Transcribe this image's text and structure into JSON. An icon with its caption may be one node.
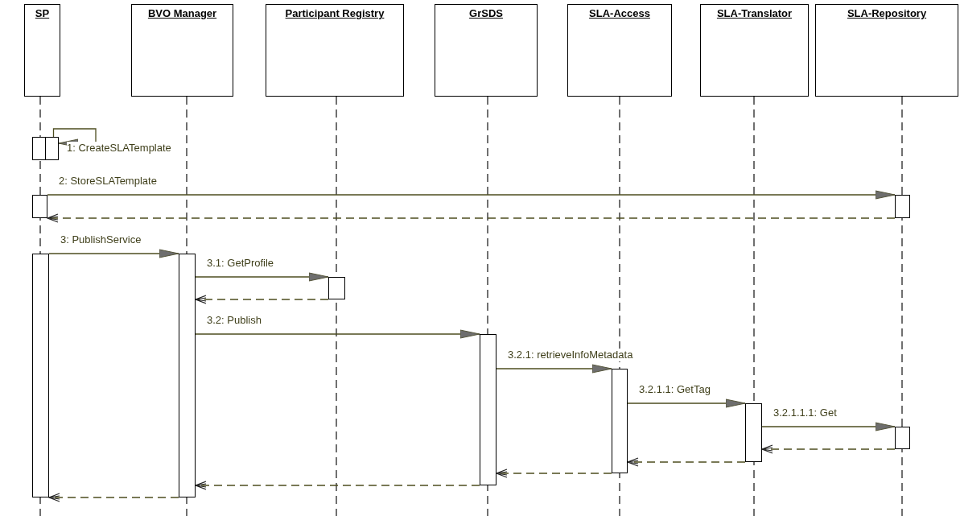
{
  "diagram": {
    "nodes": [
      {
        "text": [
          "SP"
        ]
      },
      {
        "text": [
          "BVO Manager"
        ]
      },
      {
        "text": [
          "Participant Registry"
        ]
      },
      {
        "text": [
          "GrSDS"
        ]
      },
      {
        "text": [
          "SLA-Access"
        ]
      },
      {
        "text": [
          "SLA-Translator"
        ]
      },
      {
        "text": [
          "SLA-Repository"
        ]
      },
      {
        "text": [],
        "shape": "bar"
      },
      {
        "text": [],
        "shape": "bar"
      },
      {
        "text": [],
        "shape": "bar"
      },
      {
        "text": [],
        "shape": "bar"
      },
      {
        "text": [],
        "shape": "bar"
      },
      {
        "text": [],
        "shape": "bar"
      },
      {
        "text": [],
        "shape": "bar"
      },
      {
        "text": [],
        "shape": "bar"
      },
      {
        "text": [],
        "shape": "bar"
      },
      {
        "text": [],
        "shape": "bar"
      },
      {
        "text": [],
        "shape": "bar"
      }
    ],
    "edges": [
      {
        "from": 8,
        "to": 8,
        "arrow": "to",
        "label": "1: CreateSLATemplate"
      },
      {
        "from": 9,
        "to": 10,
        "arrow": "to",
        "label": "2: StoreSLATemplate"
      },
      {
        "from": 10,
        "to": 9,
        "arrow": "to",
        "style": "dashed"
      },
      {
        "from": 11,
        "to": 12,
        "arrow": "to",
        "label": "3: PublishService"
      },
      {
        "from": 12,
        "to": 13,
        "arrow": "to",
        "label": "3.1: GetProfile"
      },
      {
        "from": 13,
        "to": 12,
        "arrow": "to",
        "style": "dashed"
      },
      {
        "from": 12,
        "to": 14,
        "arrow": "to",
        "label": "3.2: Publish"
      },
      {
        "from": 14,
        "to": 15,
        "arrow": "to",
        "label": "3.2.1: retrieveInfoMetadata"
      },
      {
        "from": 15,
        "to": 16,
        "arrow": "to",
        "label": "3.2.1.1: GetTag"
      },
      {
        "from": 16,
        "to": 17,
        "arrow": "to",
        "label": "3.2.1.1.1: Get"
      },
      {
        "from": 17,
        "to": 16,
        "arrow": "to",
        "style": "dashed"
      },
      {
        "from": 16,
        "to": 15,
        "arrow": "to",
        "style": "dashed"
      },
      {
        "from": 15,
        "to": 14,
        "arrow": "to",
        "style": "dashed"
      },
      {
        "from": 14,
        "to": 12,
        "arrow": "to",
        "style": "dashed"
      },
      {
        "from": 12,
        "to": 11,
        "arrow": "to",
        "style": "dashed"
      }
    ]
  }
}
